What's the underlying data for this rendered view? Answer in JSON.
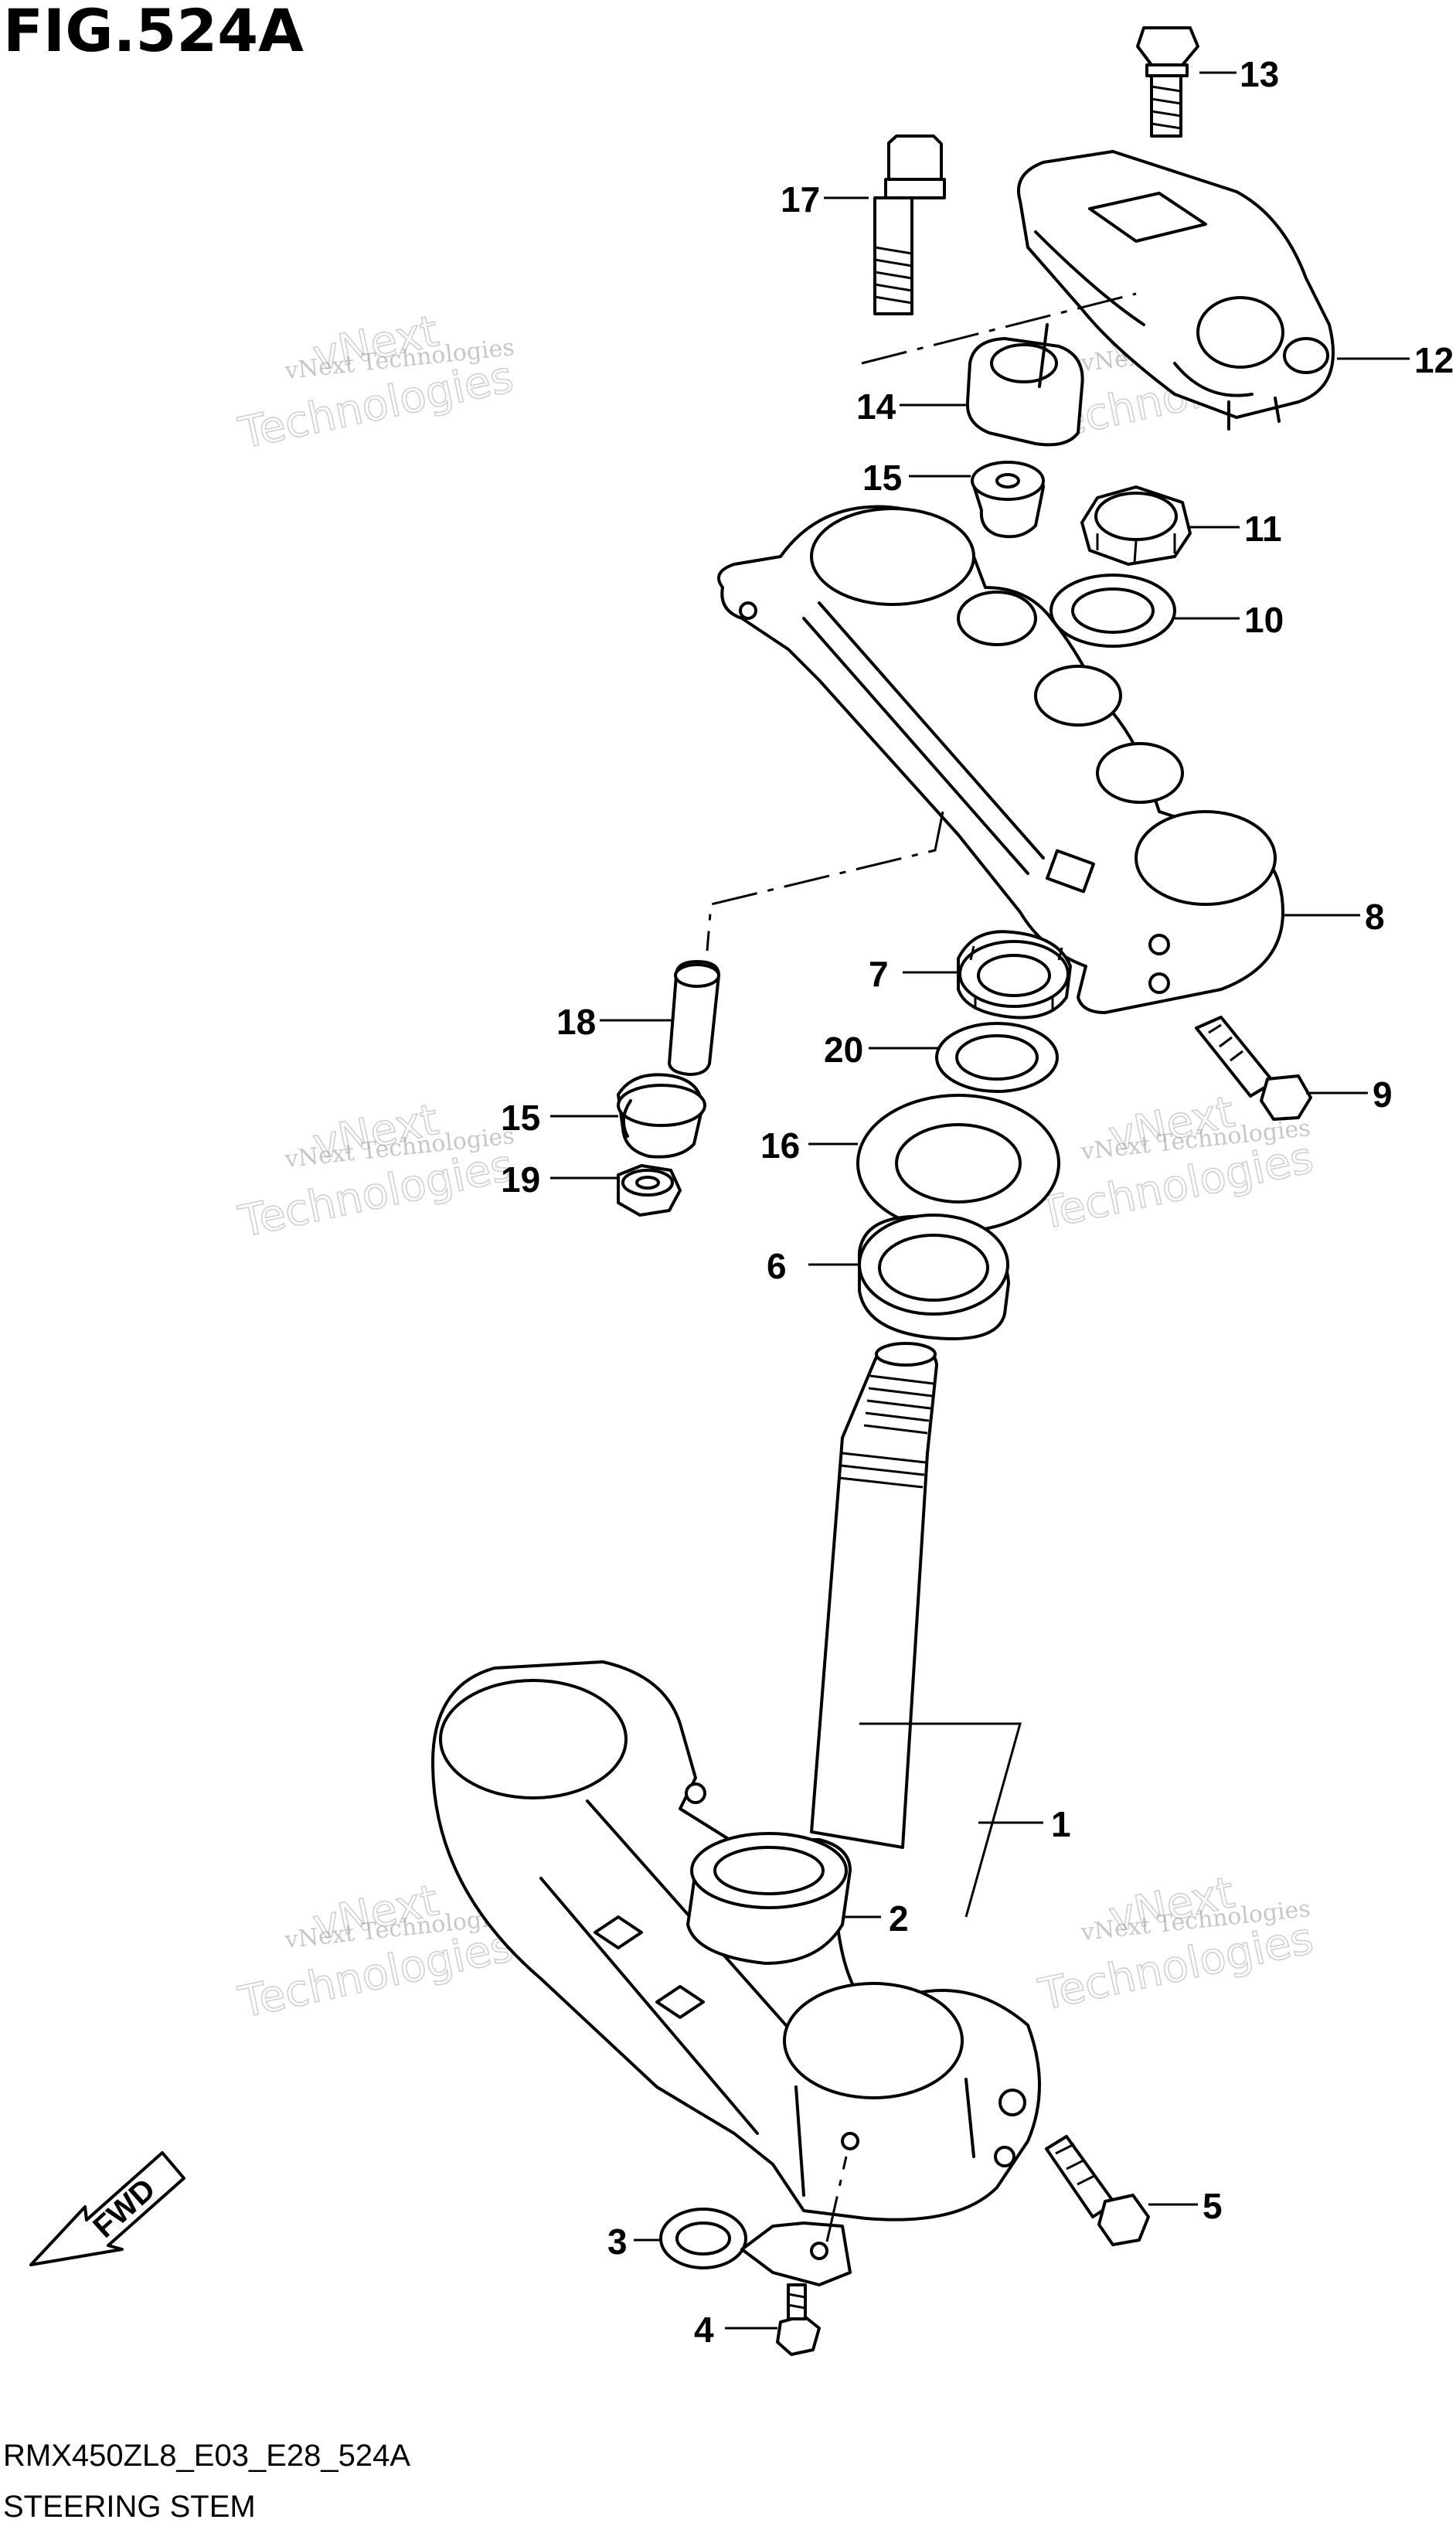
{
  "figure": {
    "title": "FIG.524A",
    "code": "RMX450ZL8_E03_E28_524A",
    "name": "STEERING STEM",
    "fwd_label": "FWD"
  },
  "watermark": {
    "line1": "vNext",
    "line2": "vNext Technologies",
    "line3": "Technologies"
  },
  "callouts": [
    {
      "id": "13",
      "label": "13"
    },
    {
      "id": "17",
      "label": "17"
    },
    {
      "id": "12",
      "label": "12"
    },
    {
      "id": "14",
      "label": "14"
    },
    {
      "id": "15a",
      "label": "15"
    },
    {
      "id": "11",
      "label": "11"
    },
    {
      "id": "10",
      "label": "10"
    },
    {
      "id": "8",
      "label": "8"
    },
    {
      "id": "7",
      "label": "7"
    },
    {
      "id": "18",
      "label": "18"
    },
    {
      "id": "20",
      "label": "20"
    },
    {
      "id": "9",
      "label": "9"
    },
    {
      "id": "15b",
      "label": "15"
    },
    {
      "id": "16",
      "label": "16"
    },
    {
      "id": "19",
      "label": "19"
    },
    {
      "id": "6",
      "label": "6"
    },
    {
      "id": "1",
      "label": "1"
    },
    {
      "id": "2",
      "label": "2"
    },
    {
      "id": "5",
      "label": "5"
    },
    {
      "id": "3",
      "label": "3"
    },
    {
      "id": "4",
      "label": "4"
    }
  ]
}
